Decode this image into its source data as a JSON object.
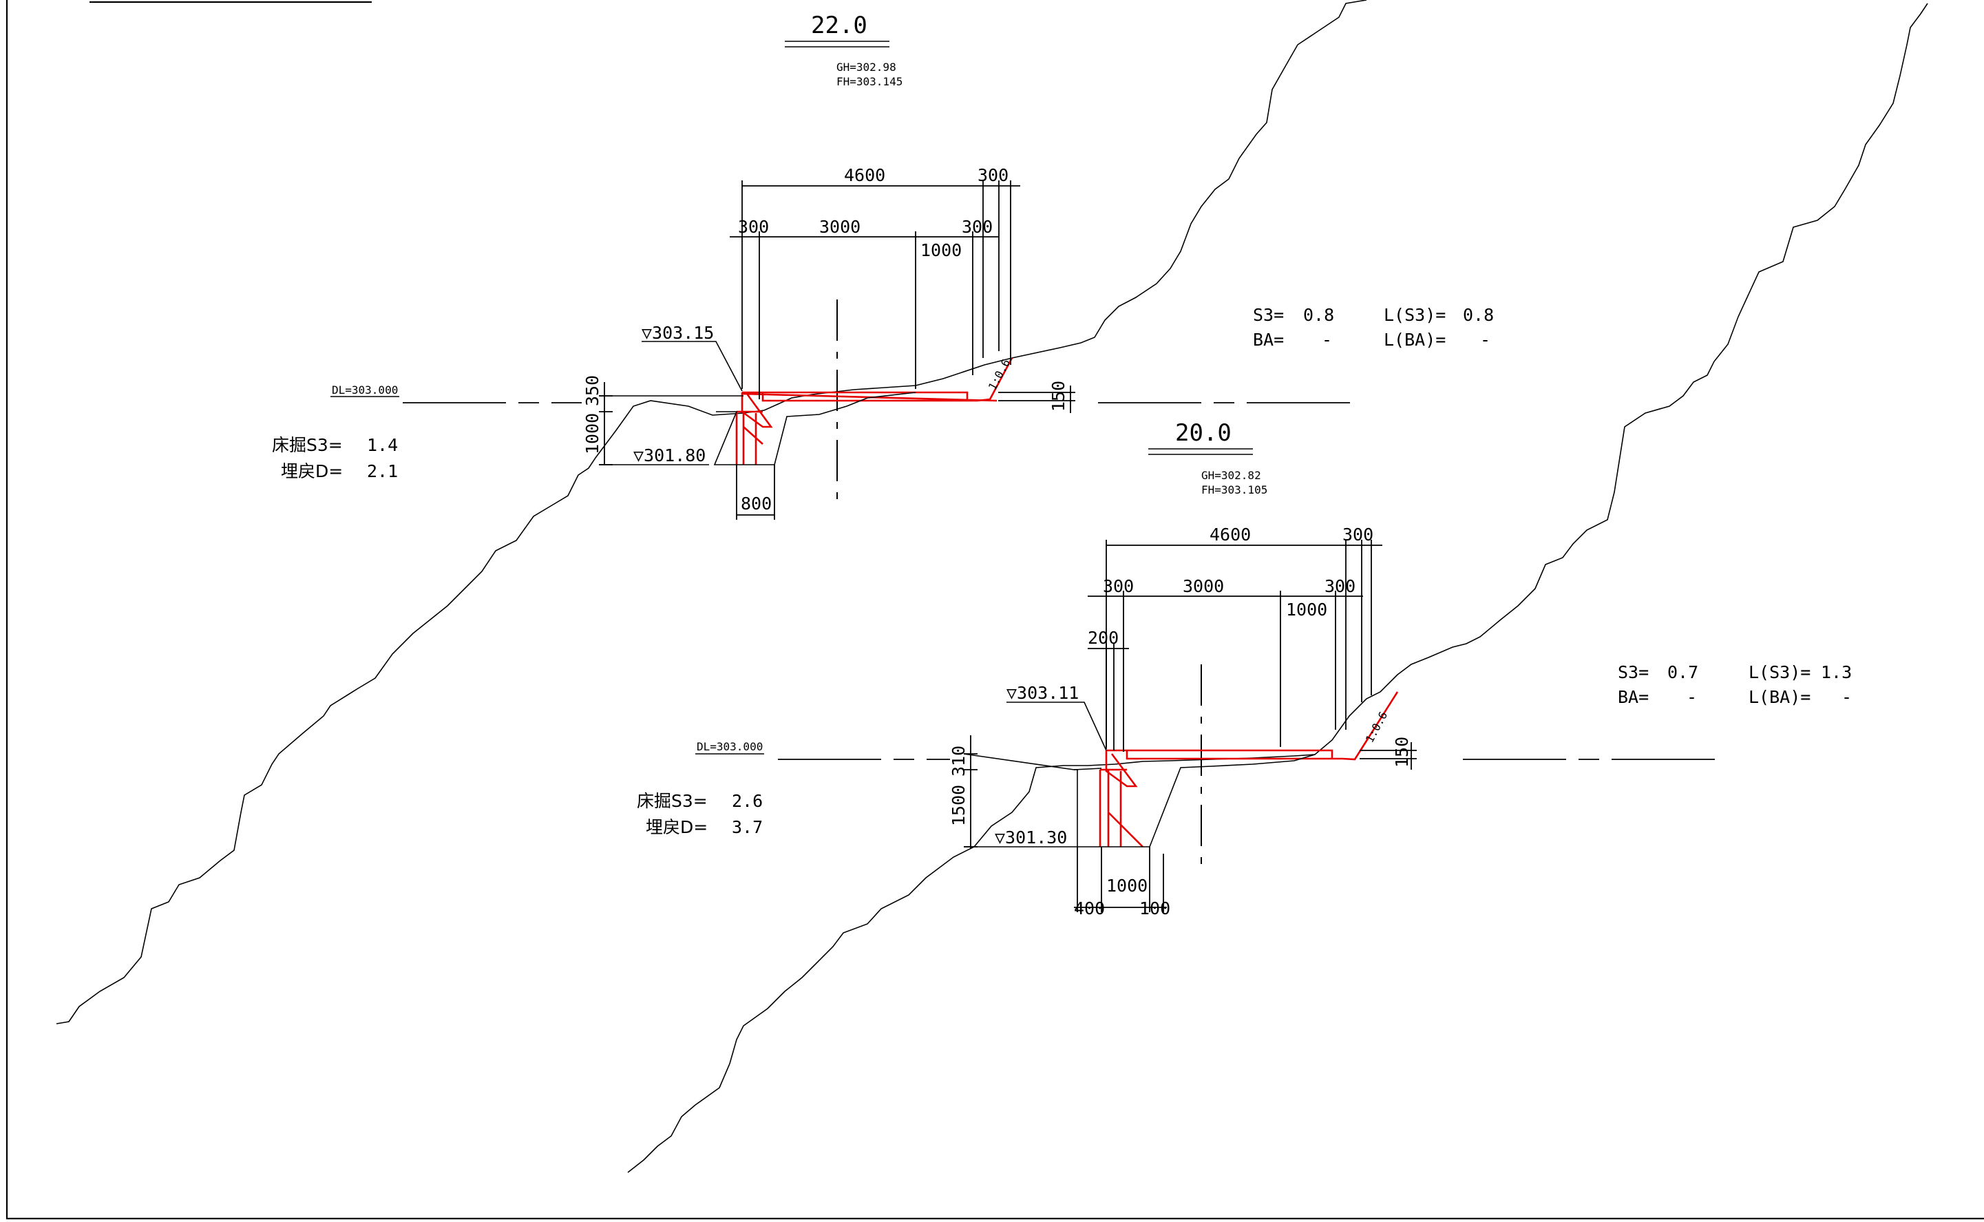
{
  "sections": [
    {
      "station": "22.0",
      "gh": "GH=302.98",
      "fh": "FH=303.145",
      "dl": "DL=303.000",
      "elev_top": "▽303.15",
      "elev_bottom": "▽301.80",
      "slope": "1:0.6",
      "dims": {
        "total_width": "4600",
        "right_top": "300",
        "left_300": "300",
        "center_3000": "3000",
        "right_300": "300",
        "inner_1000": "1000",
        "height_350": "350",
        "height_1000": "1000",
        "offset_150": "150",
        "bottom_800": "800"
      },
      "quantities": {
        "s3_label": "床掘S3=",
        "s3_value": "1.4",
        "d_label": "埋戻D=",
        "d_value": "2.1",
        "s3": "S3=",
        "s3_v": "0.8",
        "ls3": "L(S3)=",
        "ls3_v": "0.8",
        "ba": "BA=",
        "ba_v": "-",
        "lba": "L(BA)=",
        "lba_v": "-"
      }
    },
    {
      "station": "20.0",
      "gh": "GH=302.82",
      "fh": "FH=303.105",
      "dl": "DL=303.000",
      "elev_top": "▽303.11",
      "elev_bottom": "▽301.30",
      "slope": "1:0.6",
      "dims": {
        "total_width": "4600",
        "right_top": "300",
        "left_300": "300",
        "center_3000": "3000",
        "right_300": "300",
        "inner_1000": "1000",
        "inner_200": "200",
        "height_310": "310",
        "height_1500": "1500",
        "offset_150": "150",
        "bottom_1000": "1000",
        "bottom_400": "400",
        "bottom_100": "100"
      },
      "quantities": {
        "s3_label": "床掘S3=",
        "s3_value": "2.6",
        "d_label": "埋戻D=",
        "d_value": "3.7",
        "s3": "S3=",
        "s3_v": "0.7",
        "ls3": "L(S3)=",
        "ls3_v": "1.3",
        "ba": "BA=",
        "ba_v": "-",
        "lba": "L(BA)=",
        "lba_v": "-"
      }
    }
  ]
}
